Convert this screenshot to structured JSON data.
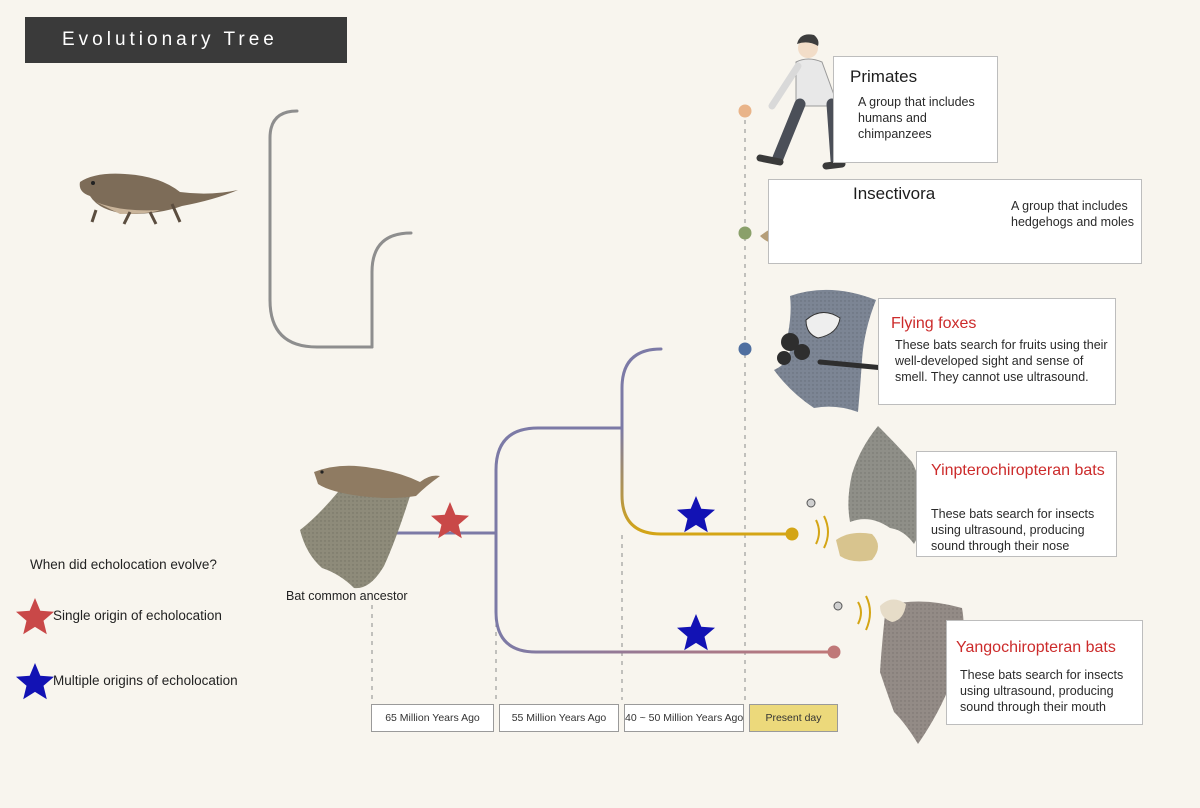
{
  "title": "Evolutionary Tree",
  "groups": [
    {
      "key": "primates",
      "name": "Primates",
      "description": "A group that includes humans and chimpanzees",
      "color": "#e9b489"
    },
    {
      "key": "insectivora",
      "name": "Insectivora",
      "description": "A group that includes hedgehogs and moles",
      "color": "#8aa06a"
    },
    {
      "key": "flying-foxes",
      "name": "Flying foxes",
      "description": "These bats search for fruits using their well-developed sight and sense of smell. They cannot use ultrasound.",
      "color": "#4f6fa0"
    },
    {
      "key": "yinpterochiropteran",
      "name": "Yinpterochiropteran bats",
      "description": "These bats search for insects using ultrasound, producing sound through their nose",
      "color": "#d4a515"
    },
    {
      "key": "yangochiropteran",
      "name": "Yangochiropteran bats",
      "description": "These bats search for insects using ultrasound, producing sound through their mouth",
      "color": "#c07878"
    }
  ],
  "ancestor_label": "Bat common ancestor",
  "legend": {
    "question": "When did echolocation evolve?",
    "single": {
      "label": "Single origin of echolocation",
      "color": "#c94848"
    },
    "multiple": {
      "label": "Multiple origins of echolocation",
      "color": "#1212b4"
    }
  },
  "timeline": [
    "65 Million Years Ago",
    "55 Million Years Ago",
    "40 ~ 50 Million Years Ago",
    "Present day"
  ],
  "colors": {
    "background": "#f8f5ee",
    "trunk": "#8a8a8a",
    "bat_branch": "#7c7aa6",
    "present_day": "#ecd97b",
    "highlight_text": "#cc2b2b"
  }
}
